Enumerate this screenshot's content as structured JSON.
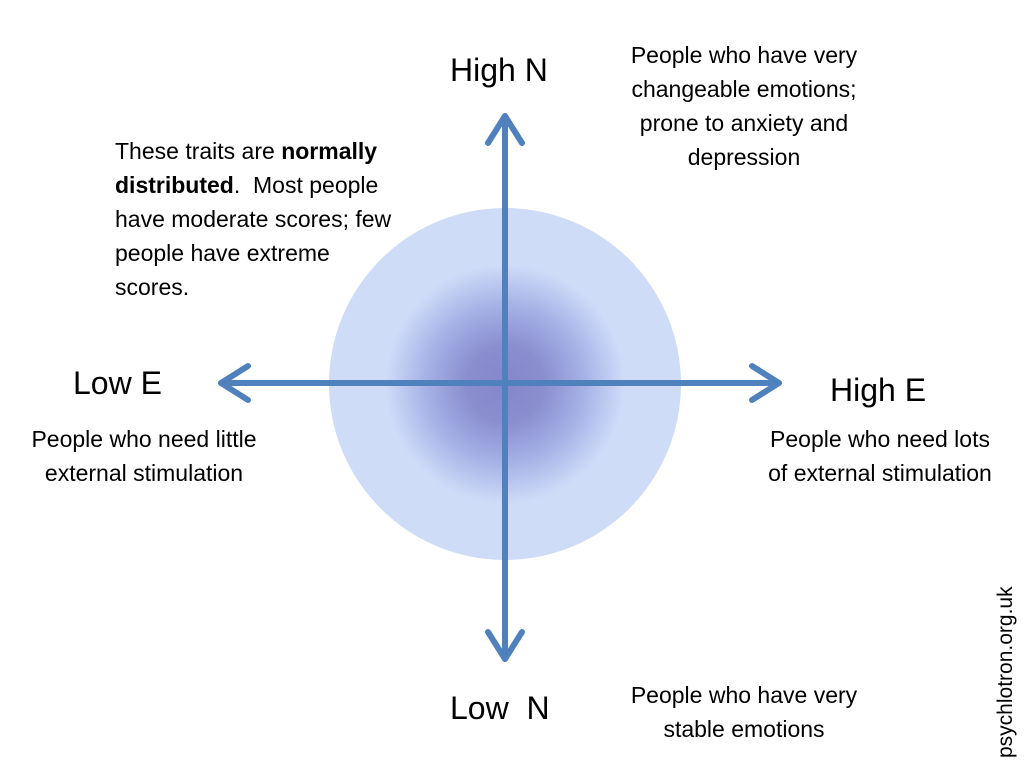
{
  "axes": {
    "high_n": "High N",
    "low_n": "Low  N",
    "low_e": "Low E",
    "high_e": "High E"
  },
  "descriptions": {
    "high_n": [
      "People who have very",
      "changeable emotions;",
      "prone to anxiety and",
      "depression"
    ],
    "low_n": [
      "People who have very",
      "stable emotions"
    ],
    "low_e": [
      "People who need little",
      "external stimulation"
    ],
    "high_e": [
      "People who need lots",
      "of external stimulation"
    ]
  },
  "note": {
    "part1": "These traits are ",
    "bold1": "normally",
    "bold2": "distributed",
    "part2": ".  Most people",
    "line3": "have moderate scores; few",
    "line4": "people have extreme",
    "line5": "scores."
  },
  "credit": "psychlotron.org.uk",
  "colors": {
    "axis": "#4f81bd",
    "circle_outer": "#cfdcf8",
    "circle_center": "#8585cc"
  }
}
